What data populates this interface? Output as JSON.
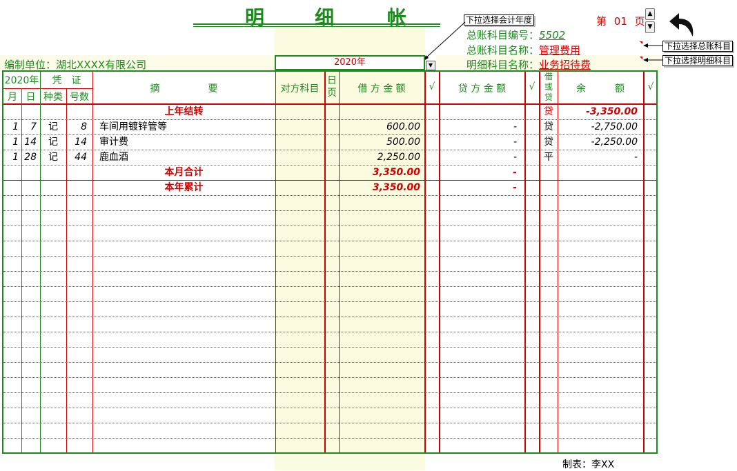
{
  "title": [
    "明",
    "细",
    "帐"
  ],
  "page": {
    "prefix": "第",
    "number": "01",
    "suffix": "页"
  },
  "tips": {
    "year": "下拉选择会计年度",
    "account": "下拉选择总账科目",
    "detail": "下拉选择明细科目"
  },
  "company": {
    "label": "编制单位：",
    "value": "湖北XXXX有限公司"
  },
  "year_select": {
    "value": "2020年"
  },
  "ledger_account": {
    "code_label": "总账科目编号：",
    "code": "5502",
    "name_label": "总账科目名称：",
    "name": "管理费用",
    "detail_label": "明细科目名称：",
    "detail": "业务招待费"
  },
  "headers": {
    "year": "2020年",
    "voucher": "凭　证",
    "month": "月",
    "day": "日",
    "type": "种类",
    "number": "号数",
    "summary": "摘　　　　　要",
    "counter": "对方科目",
    "journal_page": [
      "日",
      "页"
    ],
    "debit": "借 方 金 额",
    "check": "√",
    "credit": "贷 方 金 额",
    "direction": [
      "借",
      "或",
      "贷"
    ],
    "balance": "余　　　额"
  },
  "rows": [
    {
      "month": "",
      "day": "",
      "type": "",
      "number": "",
      "summary": "上年结转",
      "debit": "",
      "credit": "",
      "direction": "贷",
      "balance": "-3,350.00",
      "style": "total"
    },
    {
      "month": "1",
      "day": "7",
      "type": "记",
      "number": "8",
      "summary": "车间用镀锌管等",
      "debit": "600.00",
      "credit": "-",
      "direction": "贷",
      "balance": "-2,750.00",
      "style": "normal"
    },
    {
      "month": "1",
      "day": "14",
      "type": "记",
      "number": "14",
      "summary": "审计费",
      "debit": "500.00",
      "credit": "-",
      "direction": "贷",
      "balance": "-2,250.00",
      "style": "normal"
    },
    {
      "month": "1",
      "day": "28",
      "type": "记",
      "number": "44",
      "summary": "鹿血酒",
      "debit": "2,250.00",
      "credit": "-",
      "direction": "平",
      "balance": "-",
      "style": "normal"
    },
    {
      "month": "",
      "day": "",
      "type": "",
      "number": "",
      "summary": "本月合计",
      "debit": "3,350.00",
      "credit": "-",
      "direction": "",
      "balance": "",
      "style": "total"
    },
    {
      "month": "",
      "day": "",
      "type": "",
      "number": "",
      "summary": "本年累计",
      "debit": "3,350.00",
      "credit": "-",
      "direction": "",
      "balance": "",
      "style": "total"
    }
  ],
  "footer": {
    "maker": "制表：李XX"
  },
  "colors": {
    "green": "#1c8a1c",
    "red": "#d00000",
    "band": "#fbfbe0"
  },
  "icons": {
    "back": "undo-arrow-icon",
    "up": "spin-up-icon",
    "down": "spin-down-icon",
    "dropdown": "dropdown-arrow-icon"
  }
}
